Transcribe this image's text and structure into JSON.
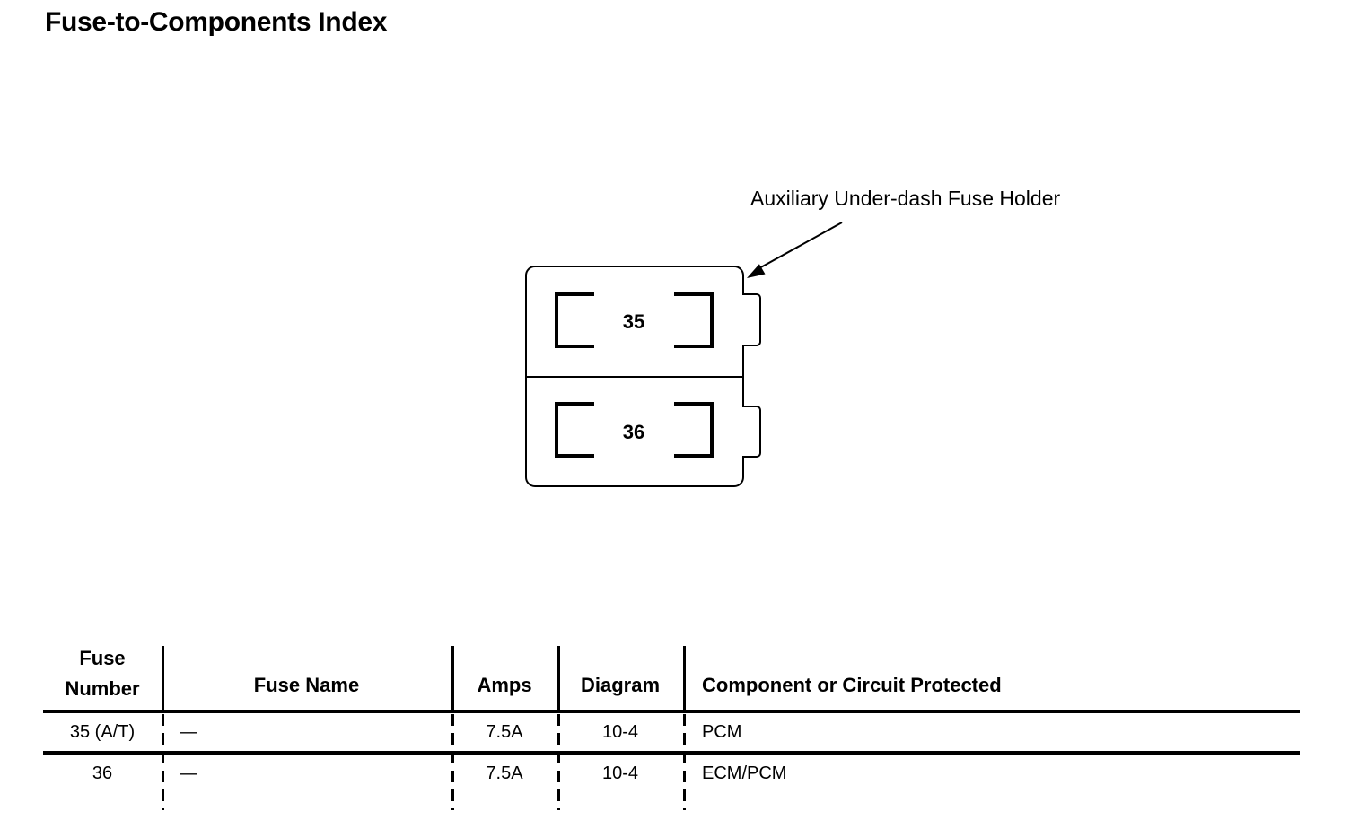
{
  "page": {
    "title": "Fuse-to-Components Index"
  },
  "colors": {
    "ink": "#000000",
    "paper": "#ffffff"
  },
  "diagram": {
    "callout_label": "Auxiliary Under-dash Fuse Holder",
    "fuse_slots": [
      {
        "number": "35"
      },
      {
        "number": "36"
      }
    ]
  },
  "table": {
    "headers": {
      "fuse_number_line1": "Fuse",
      "fuse_number_line2": "Number",
      "fuse_name": "Fuse Name",
      "amps": "Amps",
      "diagram": "Diagram",
      "component": "Component or Circuit Protected"
    },
    "rows": [
      {
        "fuse_number": "35 (A/T)",
        "fuse_name": "—",
        "amps": "7.5A",
        "diagram": "10-4",
        "component": "PCM"
      },
      {
        "fuse_number": "36",
        "fuse_name": "—",
        "amps": "7.5A",
        "diagram": "10-4",
        "component": "ECM/PCM"
      }
    ]
  }
}
